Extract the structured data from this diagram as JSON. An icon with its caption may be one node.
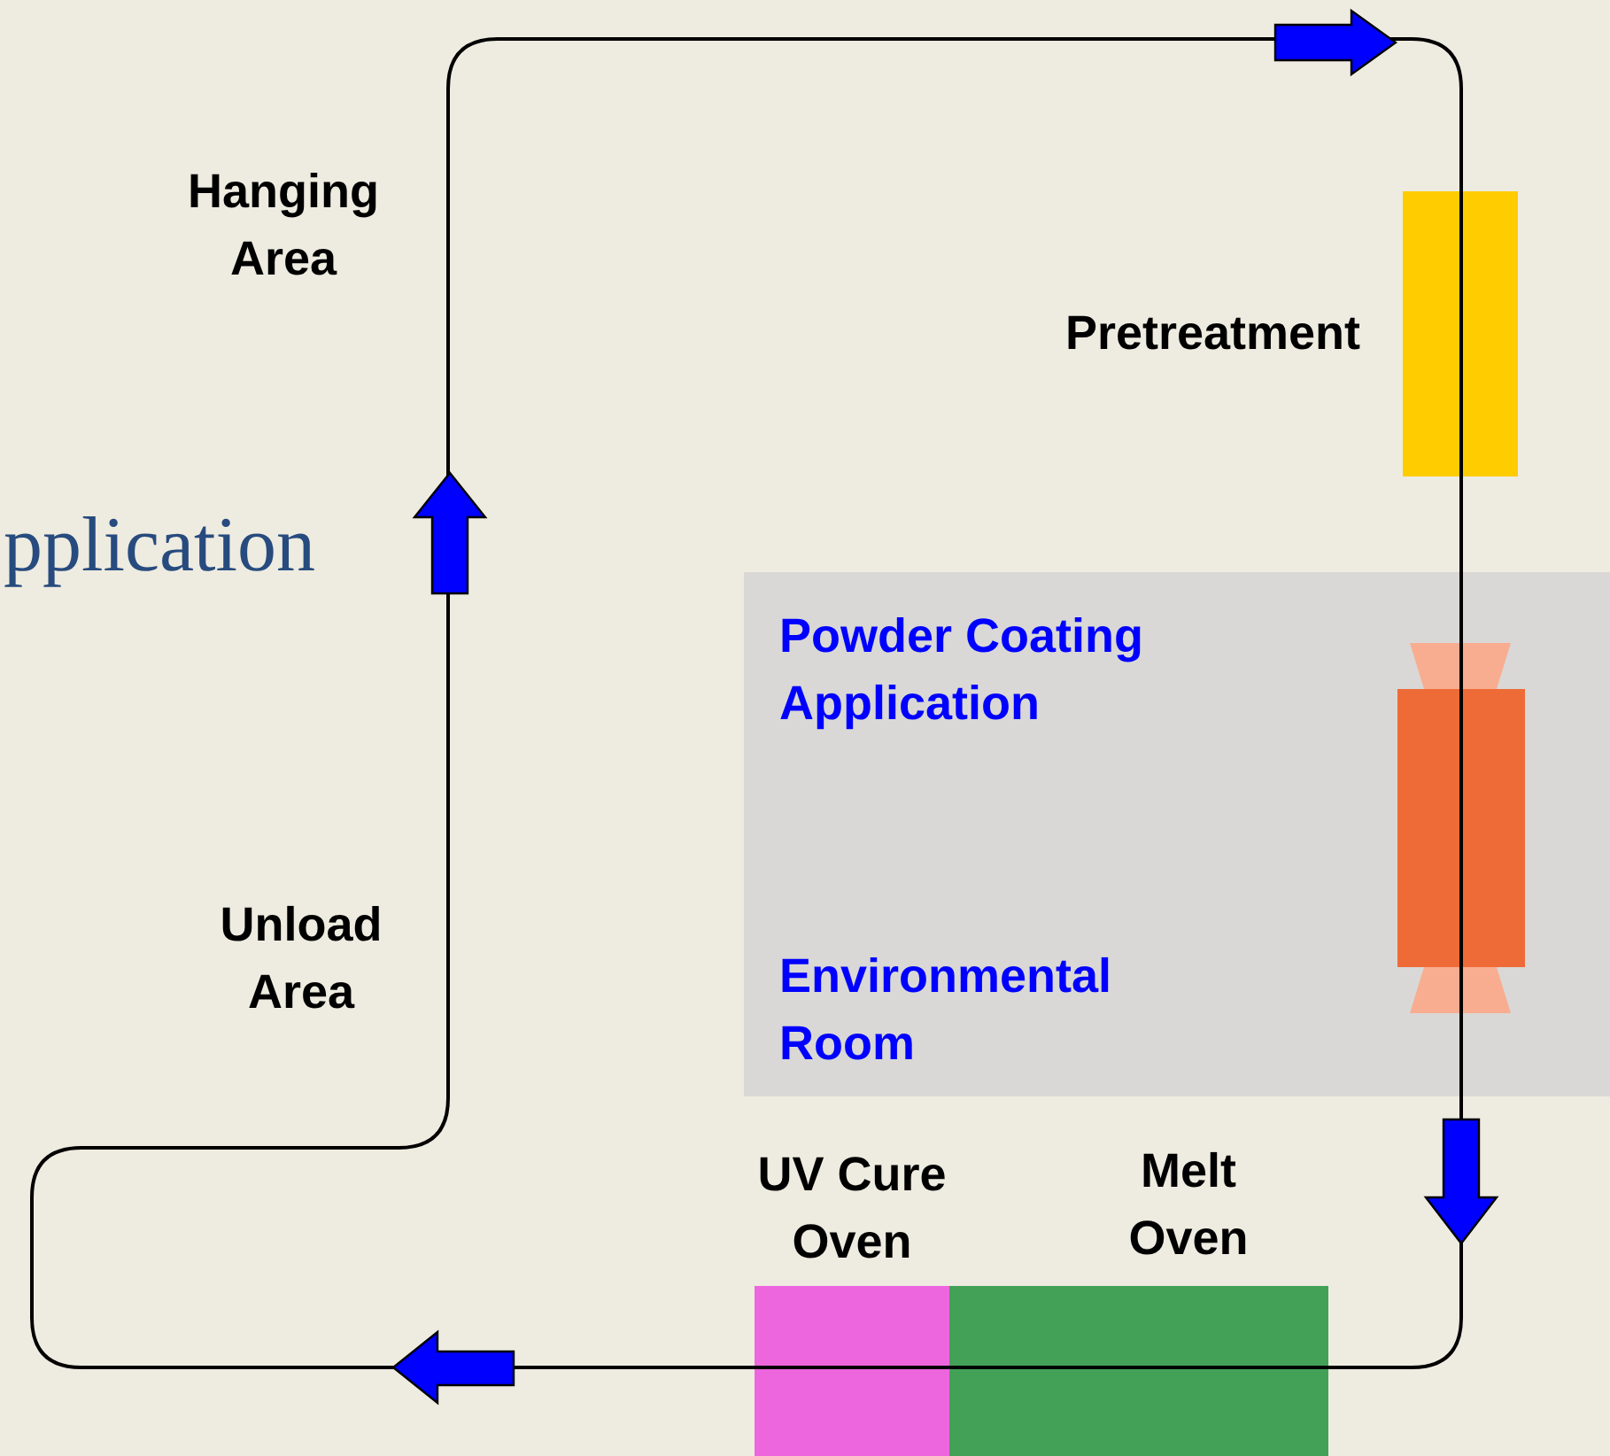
{
  "diagram": {
    "nodes": [
      {
        "text": [
          "Pretreatment"
        ]
      },
      {
        "text": [
          "Powder Coating Application",
          "Environmental Room"
        ]
      },
      {
        "text": [],
        "shape": "box",
        "in": 1
      },
      {
        "text": [
          "UV Cure Oven"
        ]
      },
      {
        "text": [
          "Melt Oven"
        ]
      }
    ],
    "labels": [
      "Hanging Area",
      "Unload Area",
      "pplication"
    ]
  }
}
